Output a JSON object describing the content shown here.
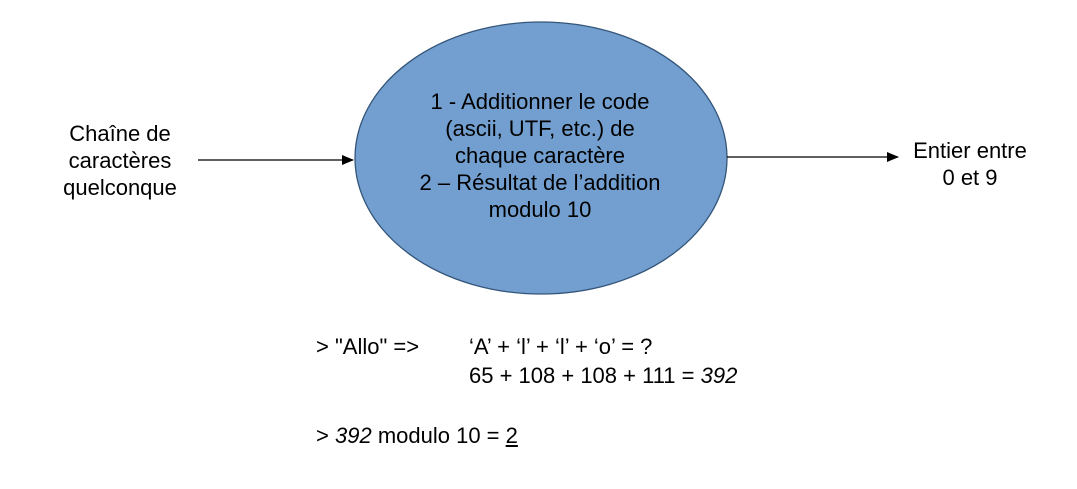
{
  "colors": {
    "ellipse_fill": "#729fcf",
    "ellipse_stroke": "#34557a",
    "arrow": "#000000",
    "text": "#000000"
  },
  "input": {
    "lines": [
      "Chaîne de",
      "caractères",
      "quelconque"
    ]
  },
  "process": {
    "lines": [
      "1 - Additionner le code",
      "(ascii, UTF, etc.) de",
      "chaque caractère",
      "2 – Résultat de l’addition",
      "modulo 10"
    ]
  },
  "output": {
    "lines": [
      "Entier entre",
      "0 et 9"
    ]
  },
  "example": {
    "prompt_line1": "> \"Allo\" =>",
    "chars_line": "‘A’ + ‘l’ + ‘l’ + ‘o’ = ?",
    "codes_line": "65 + 108 + 108 + 111 =",
    "sum": "392",
    "mod_prefix": ">",
    "mod_sum": "392",
    "mod_text": "modulo 10 =",
    "result": "2"
  }
}
